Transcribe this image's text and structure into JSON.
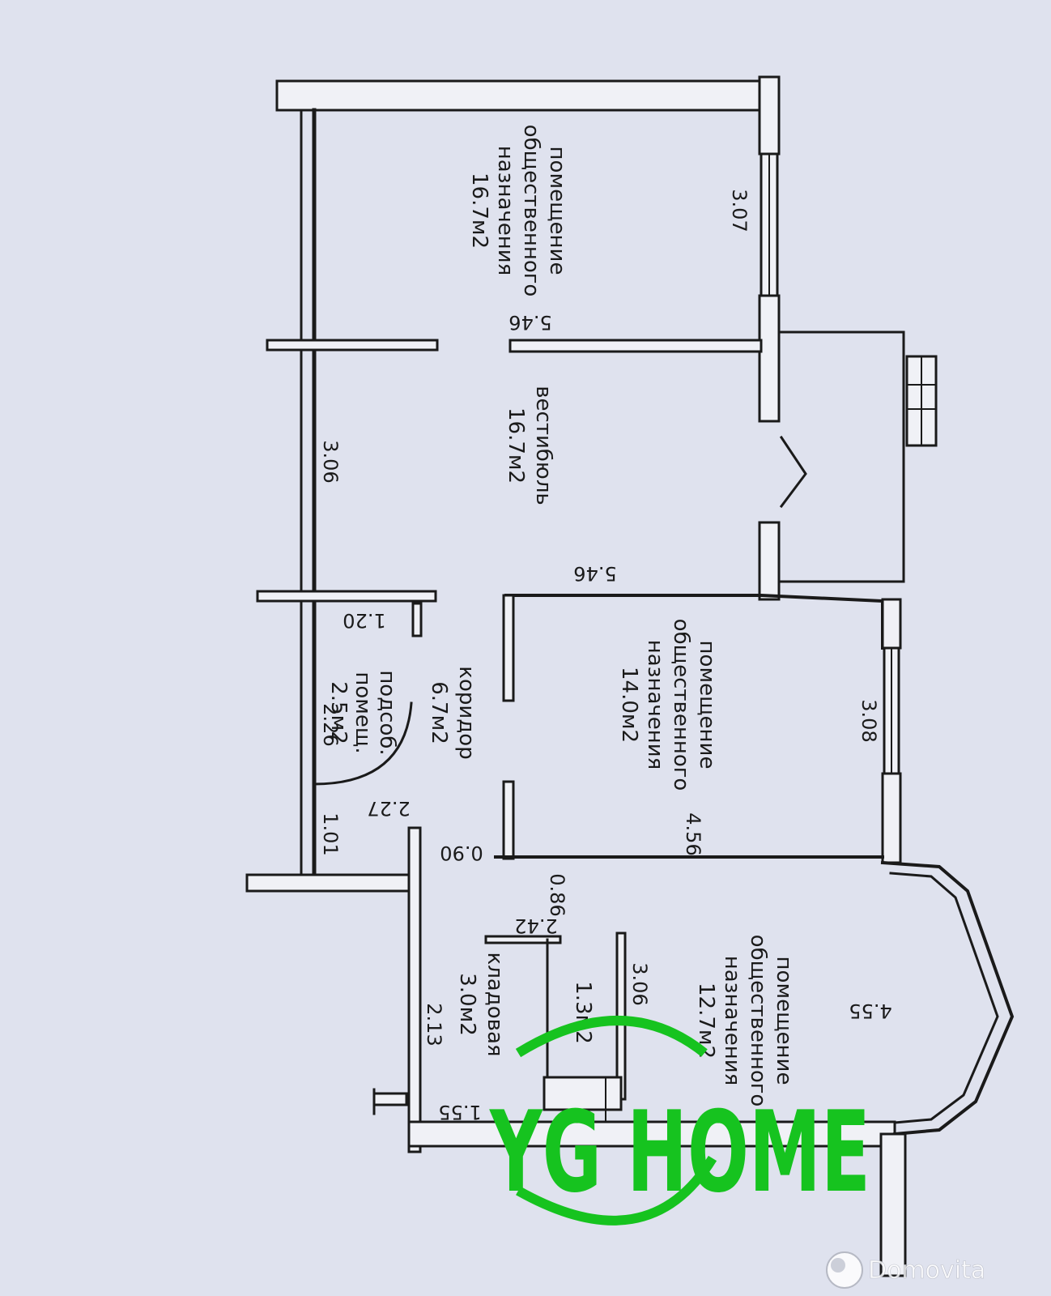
{
  "rooms": {
    "office_top": {
      "line1": "помещение",
      "line2": "общественного",
      "line3": "назначения",
      "area": "16.7м2"
    },
    "vestibule": {
      "name": "вестибюль",
      "area": "16.7м2"
    },
    "office_mid": {
      "line1": "помещение",
      "line2": "общественного",
      "line3": "назначения",
      "area": "14.0м2"
    },
    "office_bottom": {
      "line1": "помещение",
      "line2": "общественного",
      "line3": "назначения",
      "area": "12.7м2"
    },
    "corridor": {
      "name": "коридор",
      "area": "6.7м2"
    },
    "utility": {
      "name": "подсоб.",
      "name2": "помещ.",
      "area": "2.5м2"
    },
    "storage": {
      "name": "кладовая",
      "area": "3.0м2"
    },
    "wc": {
      "area": "1.3м2"
    }
  },
  "dimensions": {
    "d_5_46_top": "5.46",
    "d_3_07": "3.07",
    "d_3_06_left": "3.06",
    "d_5_46_mid": "5.46",
    "d_1_20": "1.20",
    "d_2_26": "2.26",
    "d_2_27": "2.27",
    "d_1_01": "1.01",
    "d_0_90": "0.90",
    "d_4_56": "4.56",
    "d_3_08": "3.08",
    "d_2_42": "2.42",
    "d_0_86": "0.86",
    "d_2_13": "2.13",
    "d_3_06_bottom": "3.06",
    "d_1_55": "1.55",
    "d_4_55": "4.55"
  },
  "watermark": {
    "text": "YG HOME",
    "color": "#16c31f"
  },
  "source_badge": {
    "text": "Domovita"
  },
  "colors": {
    "wall": "#1a1a1a",
    "paper": "#dfe2ee"
  }
}
